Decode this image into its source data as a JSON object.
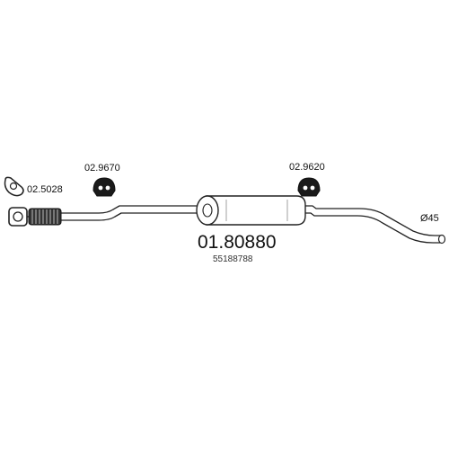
{
  "diagram": {
    "main_part_code": "01.80880",
    "oe_reference": "55188788",
    "diameter_label": "Ø45",
    "parts": [
      {
        "code": "02.5028",
        "kind": "gasket"
      },
      {
        "code": "02.9670",
        "kind": "rubber-mount"
      },
      {
        "code": "02.9620",
        "kind": "rubber-mount"
      }
    ]
  }
}
